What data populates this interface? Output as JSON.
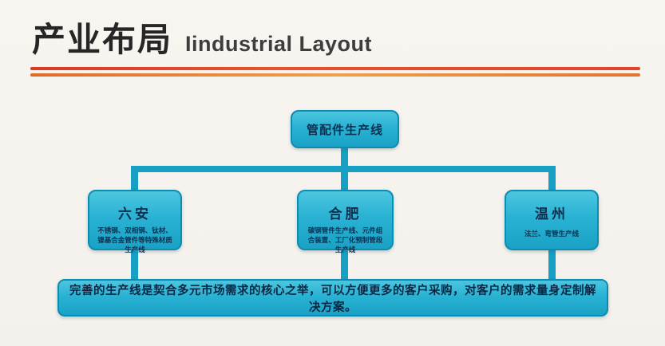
{
  "title": {
    "cn": "产业布局",
    "en": "Iindustrial Layout"
  },
  "chart_data": {
    "type": "diagram",
    "title": "产业布局 Iindustrial Layout",
    "root": {
      "label": "管配件生产线"
    },
    "branches": [
      {
        "city": "六安",
        "desc": "不锈钢、双相钢、钛材、镍基合金管件等特殊材质生产线"
      },
      {
        "city": "合肥",
        "desc": "碳钢管件生产线、元件组合装置、工厂化预制管段生产线"
      },
      {
        "city": "温州",
        "desc": "法兰、弯管生产线"
      }
    ],
    "footer": "完善的生产线是契合多元市场需求的核心之举，可以方便更多的客户采购，对客户的需求量身定制解决方案。"
  },
  "colors": {
    "box_fill": "#29b2d3",
    "box_border": "#0d8cb0",
    "connector": "#17a0c4",
    "box_text": "#0e3050",
    "title_text": "#262626",
    "divider_red": "#e2452a",
    "divider_orange": "#e8742c",
    "background": "#f7f4ef"
  }
}
